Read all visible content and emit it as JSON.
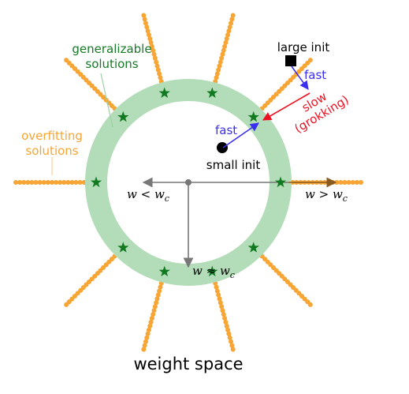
{
  "caption": "weight space",
  "labels": {
    "generalizable_line1": "generalizable",
    "generalizable_line2": "solutions",
    "overfitting_line1": "overfitting",
    "overfitting_line2": "solutions",
    "large_init": "large init",
    "small_init": "small init",
    "fast_top": "fast",
    "fast_mid": "fast",
    "slow_line1": "slow",
    "slow_line2": "(grokking)",
    "w_less": "w < w",
    "w_less_sub": "c",
    "w_greater": "w > w",
    "w_greater_sub": "c",
    "w_approx": "w ≈ w",
    "w_approx_sub": "c"
  },
  "colors": {
    "ring": "#b3dcb8",
    "star": "#117a20",
    "overfit": "#f7a535",
    "generalizable_text": "#167a27",
    "overfit_text": "#f7a535",
    "fast": "#3a2ef0",
    "slow": "#ee1122",
    "axis": "#777777",
    "axis_arrow_right": "#8a5a20",
    "marker": "#000000"
  },
  "icons": {
    "star": "star-icon",
    "large_init": "square-marker",
    "small_init": "circle-marker"
  }
}
